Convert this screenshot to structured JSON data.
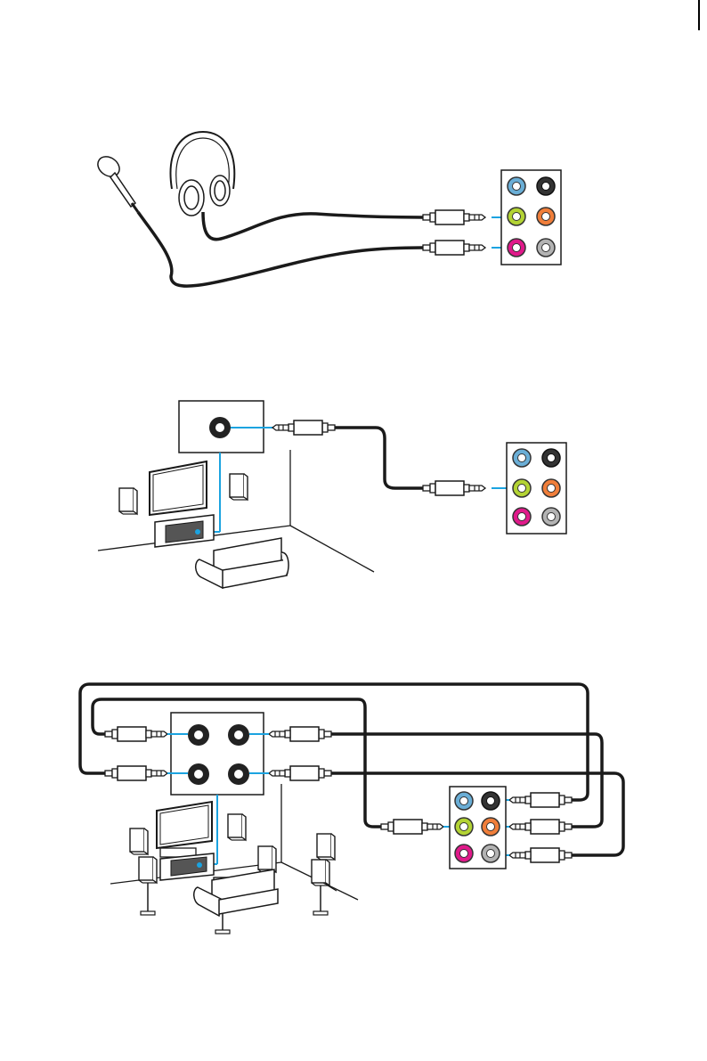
{
  "page": {
    "background": "#ffffff"
  },
  "colors": {
    "cable": "#1a1a1a",
    "link_line": "#1ba3e0",
    "jack_blue": "#6aaed6",
    "jack_black": "#333333",
    "jack_green": "#b3d334",
    "jack_orange": "#f07e3a",
    "jack_pink": "#e0198a",
    "jack_grey": "#b3b3b3"
  },
  "figures": [
    {
      "id": "headphone-microphone",
      "icons": [
        "microphone-icon",
        "headphones-icon",
        "audio-plug-icon",
        "audio-jack-panel-icon"
      ],
      "panel_jacks": [
        "blue",
        "black",
        "green",
        "orange",
        "pink",
        "grey"
      ],
      "connected_jacks": [
        "green",
        "pink"
      ]
    },
    {
      "id": "stereo-speaker",
      "icons": [
        "amplifier-input-icon",
        "tv-icon",
        "speaker-icon",
        "av-receiver-icon",
        "sofa-icon",
        "audio-plug-icon",
        "audio-jack-panel-icon"
      ],
      "panel_jacks": [
        "blue",
        "black",
        "green",
        "orange",
        "pink",
        "grey"
      ],
      "connected_jacks": [
        "green"
      ]
    },
    {
      "id": "surround-speaker",
      "icons": [
        "amplifier-input-panel-icon",
        "tv-icon",
        "speaker-icon",
        "floor-speaker-icon",
        "av-receiver-icon",
        "sofa-icon",
        "audio-plug-icon",
        "audio-jack-panel-icon"
      ],
      "panel_jacks": [
        "blue",
        "black",
        "green",
        "orange",
        "pink",
        "grey"
      ],
      "connected_jacks": [
        "green",
        "black",
        "orange",
        "grey"
      ]
    }
  ]
}
